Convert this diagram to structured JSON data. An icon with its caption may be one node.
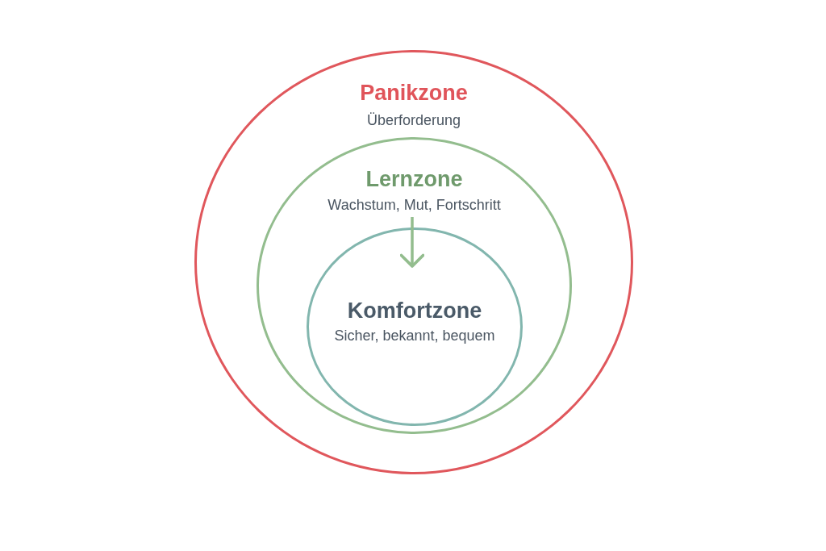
{
  "diagram": {
    "nodes": [
      {
        "text": [
          "Panikzone",
          "Überforderung"
        ]
      },
      {
        "text": [
          "Lernzone",
          "Wachstum, Mut, Fortschritt"
        ],
        "in": 0
      },
      {
        "text": [
          "Komfortzone",
          "Sicher, bekannt, bequem"
        ],
        "in": 1
      }
    ],
    "edges": [
      {
        "from": null,
        "to": 2,
        "arrow": "to"
      }
    ]
  }
}
